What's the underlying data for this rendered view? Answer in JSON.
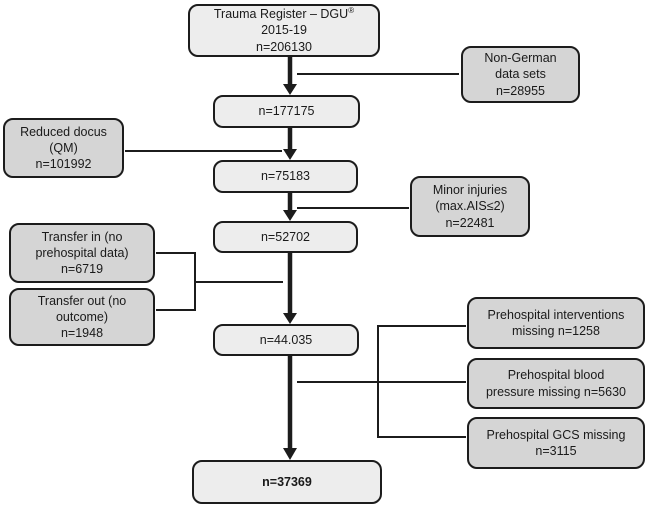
{
  "diagram": {
    "register": {
      "title": "Trauma Register – DGU",
      "registered_mark": "®",
      "period": "2015-19",
      "count": "n=206130"
    },
    "non_german": {
      "line1": "Non-German",
      "line2": "data sets",
      "count": "n=28955"
    },
    "step1_count": "n=177175",
    "reduced_docus": {
      "line1": "Reduced docus",
      "line2": "(QM)",
      "count": "n=101992"
    },
    "step2_count": "n=75183",
    "minor_injuries": {
      "line1": "Minor injuries",
      "line2": "(max.AIS≤2)",
      "count": "n=22481"
    },
    "step3_count": "n=52702",
    "transfer_in": {
      "line1": "Transfer in (no",
      "line2": "prehospital data)",
      "count": "n=6719"
    },
    "transfer_out": {
      "line1": "Transfer out (no",
      "line2": "outcome)",
      "count": "n=1948"
    },
    "step4_count": "n=44.035",
    "prehospital_interventions": {
      "line1": "Prehospital interventions",
      "line2": "missing n=1258"
    },
    "prehospital_blood_pressure": {
      "line1": "Prehospital blood",
      "line2": "pressure missing n=5630"
    },
    "prehospital_gcs": {
      "line1": "Prehospital GCS missing",
      "line2": "n=3115"
    },
    "final_count": "n=37369",
    "colors": {
      "main_box_fill": "#ededed",
      "side_box_fill": "#d5d5d5",
      "line": "#1c1c1c"
    }
  }
}
